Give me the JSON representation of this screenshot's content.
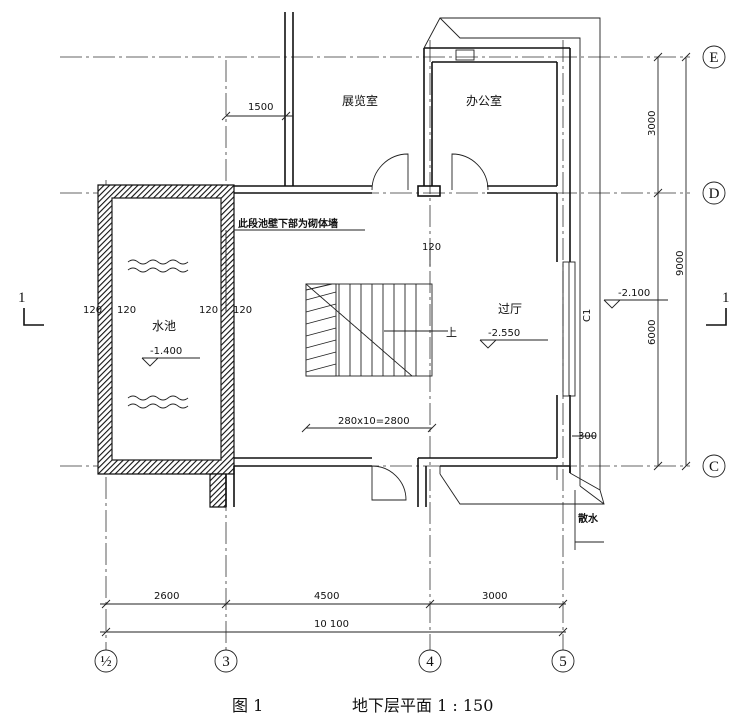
{
  "rooms": {
    "exhibition": "展览室",
    "office": "办公室",
    "hall": "过厅",
    "pool": "水池"
  },
  "elevations": {
    "hall": "-2.550",
    "pool": "-1.400",
    "exterior": "-2.100"
  },
  "notes": {
    "pool_wall": "此段池壁下部为砌体墙",
    "stair_up": "上",
    "scatter_water": "散水",
    "window": "C1"
  },
  "dims": {
    "top_1500": "1500",
    "right_3000": "3000",
    "right_6000": "6000",
    "right_9000": "9000",
    "right_300": "300",
    "stair": "280x10=2800",
    "bottom_2600": "2600",
    "bottom_4500": "4500",
    "bottom_3000": "3000",
    "bottom_total": "10 100",
    "w120_left1": "120",
    "w120_left2": "120",
    "w120_right1": "120",
    "w120_right2": "120",
    "w120_top": "120"
  },
  "axes": {
    "E": "E",
    "D": "D",
    "C": "C",
    "a12": "½",
    "a3": "3",
    "a4": "4",
    "a5": "5"
  },
  "section": {
    "left": "1",
    "right": "1"
  },
  "caption": {
    "figure": "图 1",
    "title": "地下层平面 1 : 150"
  }
}
